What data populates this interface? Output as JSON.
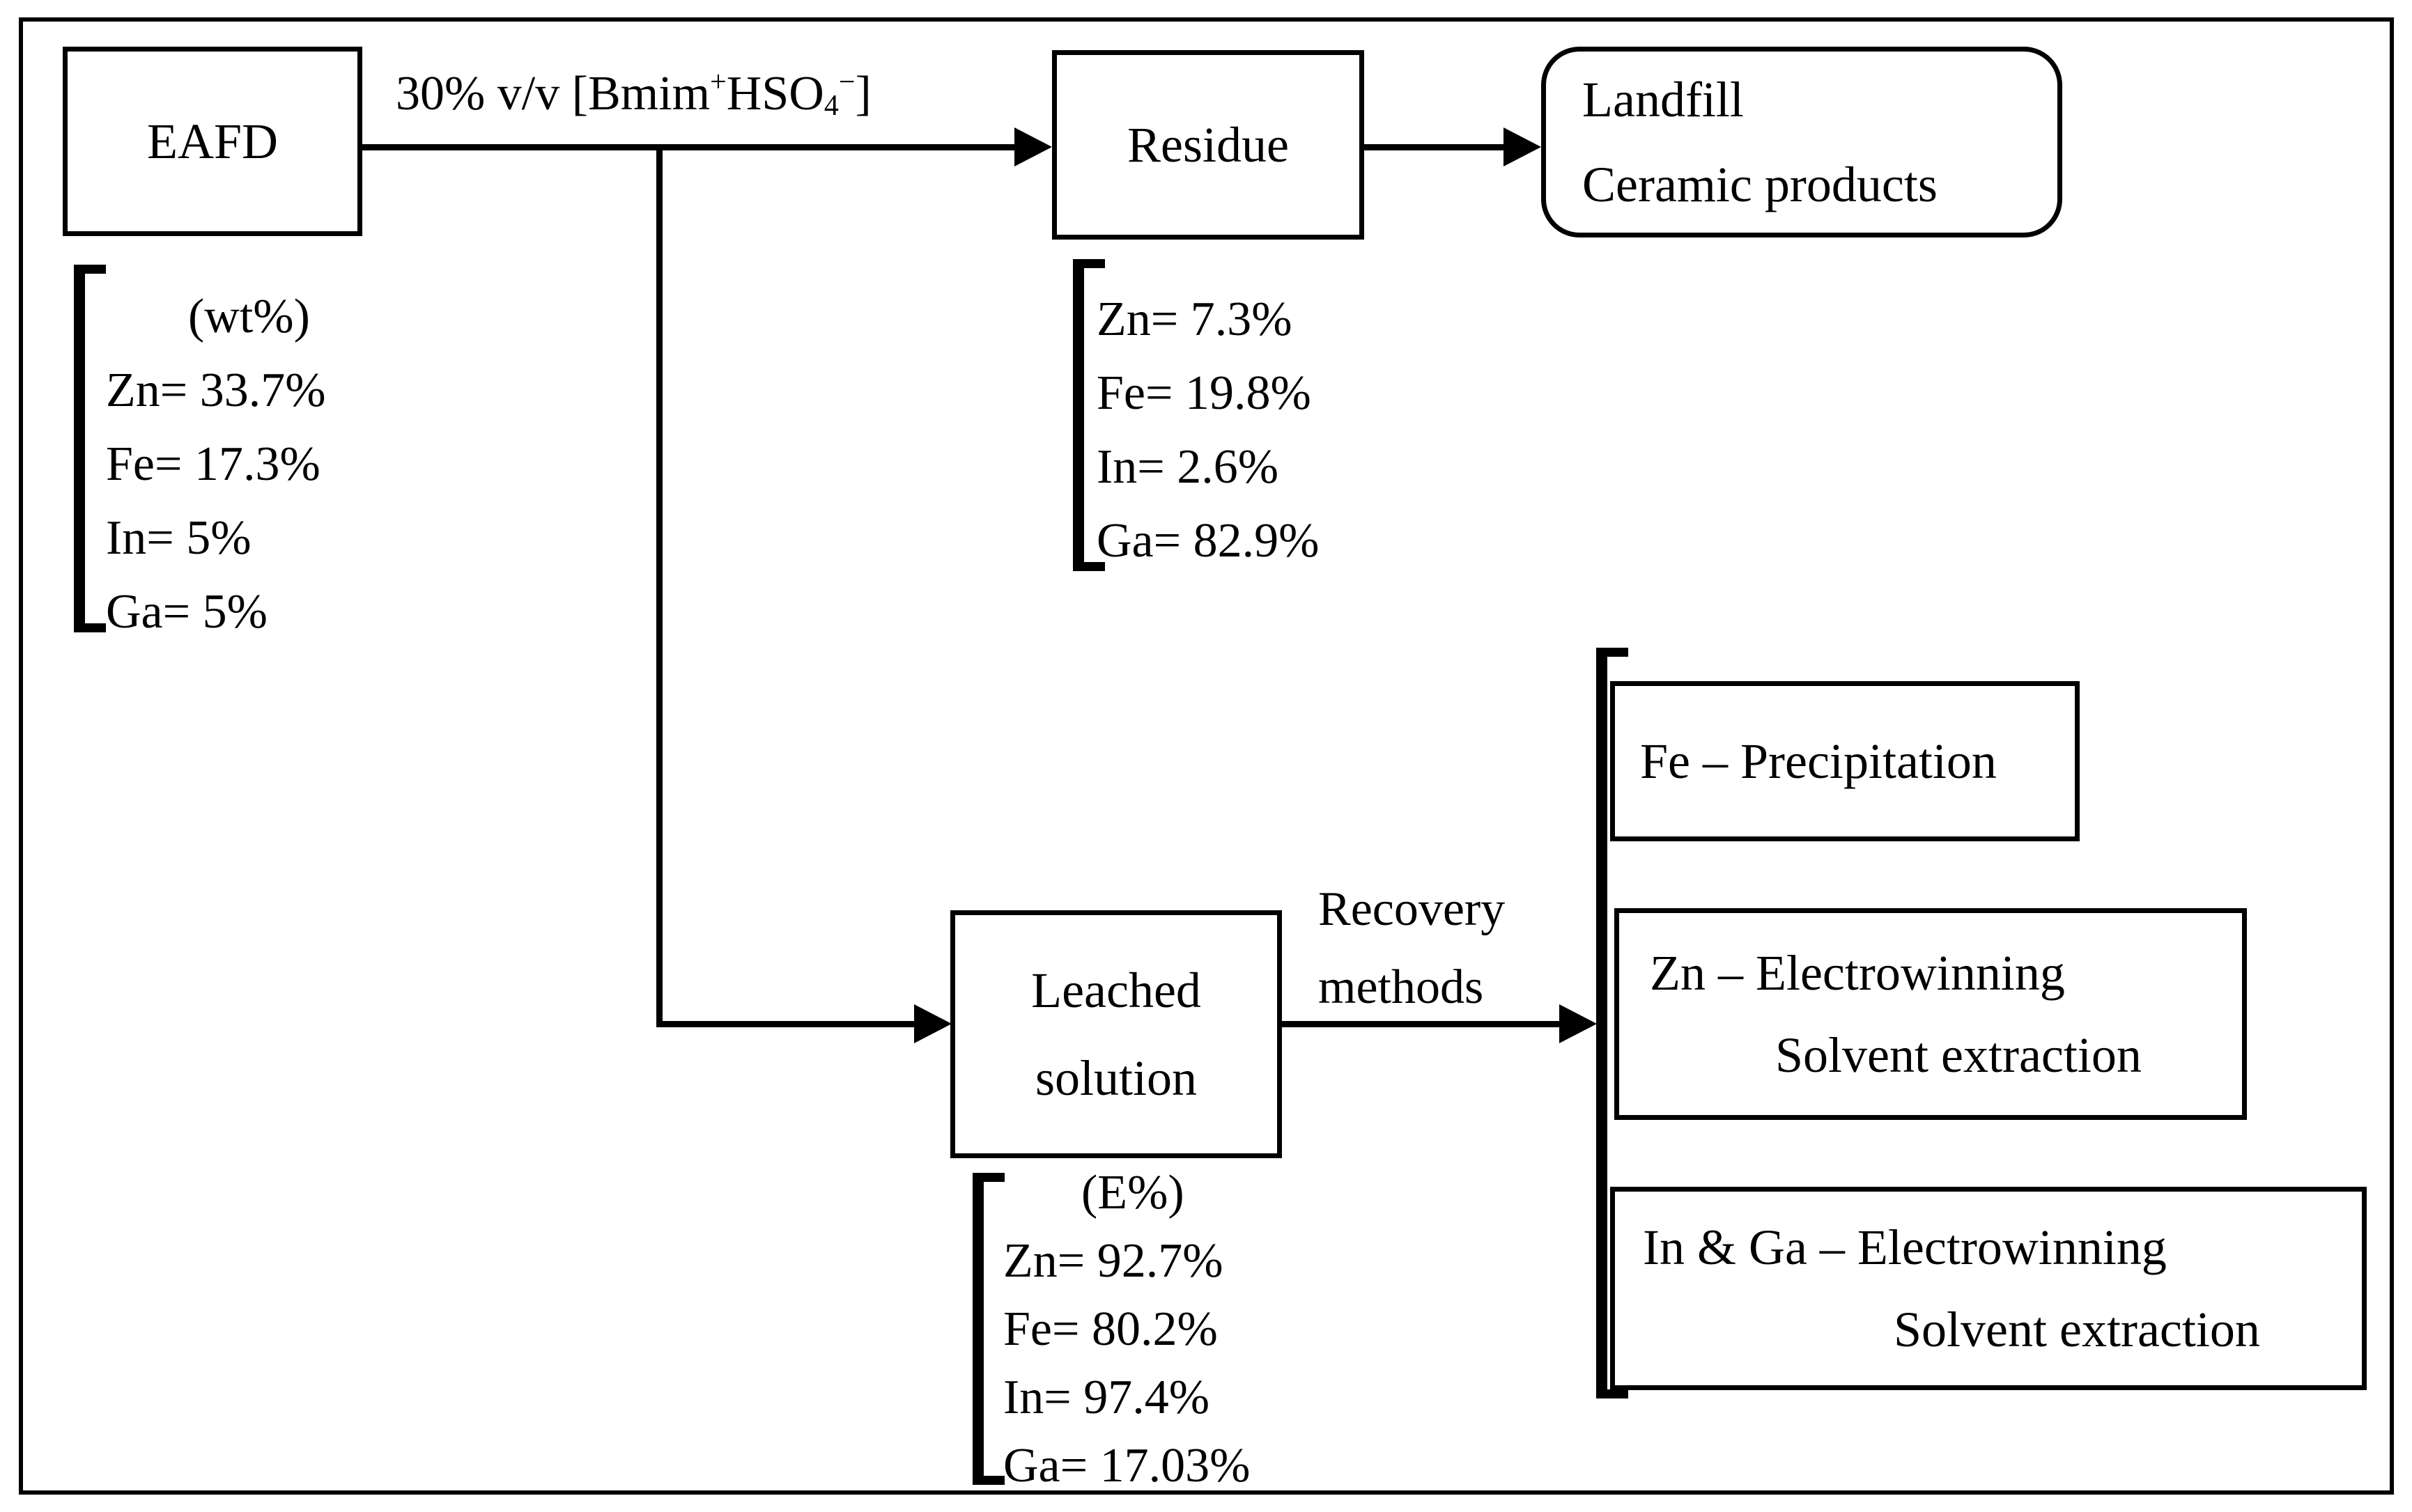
{
  "figure": {
    "background_color": "#ffffff",
    "line_color": "#000000",
    "eafd": {
      "label": "EAFD"
    },
    "leachant": {
      "pre": "30% v/v [Bmim",
      "sup_plus": "+",
      "mid": "HSO",
      "sub_four": "4",
      "sup_minus": "−",
      "post": "]"
    },
    "residue": {
      "label": "Residue"
    },
    "landfill": {
      "line1": "Landfill",
      "line2": "Ceramic products"
    },
    "eafd_composition": {
      "header": "(wt%)",
      "items": [
        "Zn= 33.7%",
        "Fe= 17.3%",
        "In= 5%",
        "Ga= 5%"
      ]
    },
    "residue_composition": {
      "items": [
        "Zn= 7.3%",
        "Fe= 19.8%",
        "In= 2.6%",
        "Ga= 82.9%"
      ]
    },
    "leached": {
      "line1": "Leached",
      "line2": "solution"
    },
    "leached_composition": {
      "header": "(E%)",
      "items": [
        "Zn= 92.7%",
        "Fe= 80.2%",
        "In= 97.4%",
        "Ga= 17.03%"
      ]
    },
    "recovery": {
      "line1": "Recovery",
      "line2": "methods"
    },
    "methods": {
      "fe": {
        "line1": "Fe – Precipitation"
      },
      "zn": {
        "line1": "Zn – Electrowinning",
        "line2": "Solvent extraction"
      },
      "inga": {
        "line1": "In & Ga – Electrowinning",
        "line2": "Solvent extraction"
      }
    }
  }
}
